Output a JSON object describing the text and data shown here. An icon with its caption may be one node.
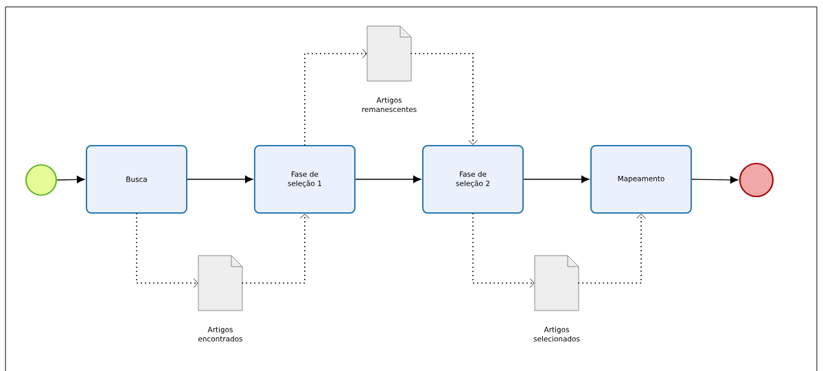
{
  "diagram": {
    "nodes": [
      {
        "text": [],
        "shape": "circle"
      },
      {
        "text": [
          "Busca"
        ]
      },
      {
        "text": [
          "Fase de seleção 1"
        ]
      },
      {
        "text": [
          "Fase de seleção 2"
        ]
      },
      {
        "text": [
          "Mapeamento"
        ]
      },
      {
        "text": [],
        "shape": "circle"
      },
      {
        "text": [
          "Artigos remanescentes"
        ]
      },
      {
        "text": [
          "Artigos encontrados"
        ]
      },
      {
        "text": [
          "Artigos selecionados"
        ]
      }
    ],
    "edges": [
      {
        "from": 0,
        "to": 1,
        "arrow": "to"
      },
      {
        "from": 1,
        "to": 2,
        "arrow": "to"
      },
      {
        "from": 2,
        "to": 3,
        "arrow": "to"
      },
      {
        "from": 3,
        "to": 4,
        "arrow": "to"
      },
      {
        "from": 4,
        "to": 5,
        "arrow": "to"
      },
      {
        "from": 1,
        "to": 7,
        "arrow": "to",
        "style": "dashed"
      },
      {
        "from": 7,
        "to": 2,
        "arrow": "to",
        "style": "dashed"
      },
      {
        "from": 2,
        "to": 6,
        "arrow": "to",
        "style": "dashed"
      },
      {
        "from": 6,
        "to": 3,
        "arrow": "to",
        "style": "dashed"
      },
      {
        "from": 3,
        "to": 8,
        "arrow": "to",
        "style": "dashed"
      },
      {
        "from": 8,
        "to": 4,
        "arrow": "to",
        "style": "dashed"
      }
    ]
  }
}
